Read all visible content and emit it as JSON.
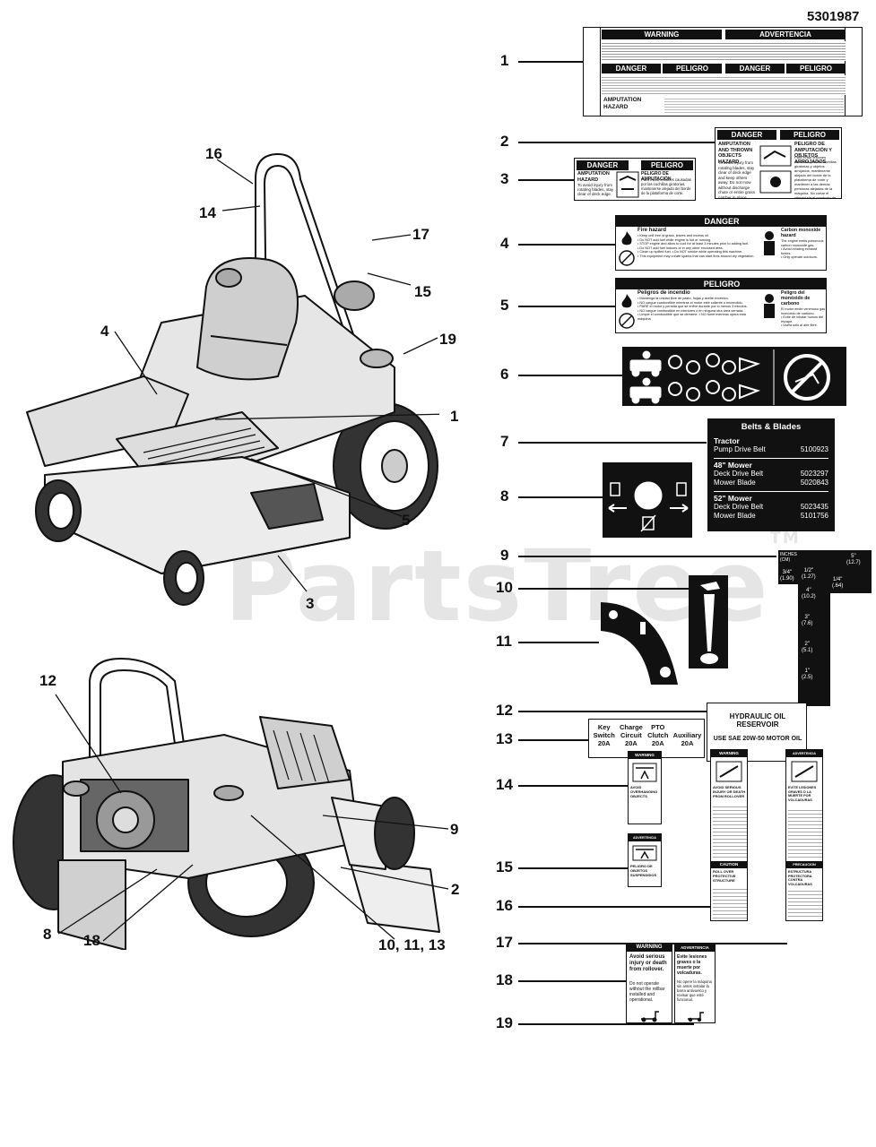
{
  "document_number": "5301987",
  "watermark": "PartsTree",
  "watermark_tm": "TM",
  "callouts": {
    "n1": "1",
    "n2": "2",
    "n3": "3",
    "n4": "4",
    "n5": "5",
    "n6": "6",
    "n7": "7",
    "n8": "8",
    "n9": "9",
    "n10": "10",
    "n11": "11",
    "n12": "12",
    "n13": "13",
    "n14": "14",
    "n15": "15",
    "n16": "16",
    "n17": "17",
    "n18": "18",
    "n19": "19",
    "n10_11_13": "10, 11, 13"
  },
  "decal1": {
    "warning": "WARNING",
    "advertencia": "ADVERTENCIA",
    "danger": "DANGER",
    "peligro": "PELIGRO",
    "amputation_hazard": "AMPUTATION HAZARD"
  },
  "decal2": {
    "danger": "DANGER",
    "peligro": "PELIGRO",
    "title_en": "AMPUTATION AND THROWN OBJECTS HAZARD",
    "body_en": "To avoid injury from rotating blades, stay clear of deck edge and keep others away. Do not mow without discharge chute or entire grass catcher in place.",
    "title_es": "PELIGRO DE AMPUTACIÓN Y OBJETOS ARROJADOS",
    "body_es": "Para evitar lesiones causadas por las cuchillas giratorias y objetos arrojados, mantenerse alejado del borde de la plataforma de corte y mantener a las demás personas alejadas de la máquina. No cortar el césped sin el conducto de descarga o sin el recogedor de pasto en su lugar."
  },
  "decal3": {
    "danger": "DANGER",
    "peligro": "PELIGRO",
    "title_en": "AMPUTATION HAZARD",
    "body_en": "To avoid injury from rotating blades, stay clear of deck edge.",
    "title_es": "PELIGRO DE AMPUTACIÓN",
    "body_es": "Para evitar lesiones causadas por las cuchillas giratorias, mantenerse alejado del borde de la plataforma de corte."
  },
  "decal4": {
    "header": "DANGER",
    "fire_title": "Fire hazard",
    "co_title": "Carbon monoxide hazard",
    "fire_lines": [
      "• Keep unit free of grass, leaves and excess oil.",
      "• Do NOT add fuel while engine is hot or running.",
      "• STOP engine and allow to cool for at least 3 minutes prior to adding fuel.",
      "• Do NOT add fuel indoors or in any other enclosed area.",
      "• Clean up spilled fuel. • Do NOT smoke while operating this machine.",
      "• This equipment may create sparks that can start fires around dry vegetation."
    ],
    "co_lines": [
      "The engine emits poisonous carbon monoxide gas.",
      "• Avoid inhaling exhaust fumes.",
      "• Only operate outdoors."
    ]
  },
  "decal5": {
    "header": "PELIGRO",
    "fire_title": "Peligros de incendio",
    "co_title": "Peligro del monóxido de carbono",
    "fire_lines": [
      "• Mantenga la unidad libre de pasto, hojas y aceite excesivo.",
      "• NO cargue combustible mientras el motor esté caliente o encendido.",
      "• PARE el motor y permita que se enfríe durante por lo menos 3 minutos.",
      "• NO cargue combustible en interiores o en ninguna otra área cerrada.",
      "• Limpie el combustible que se derrame. • NO fume mientras opera esta máquina."
    ],
    "co_lines": [
      "El motor emite venenoso gas monóxido de carbono.",
      "• Evite de inhalar humos del escape.",
      "• Úsela sólo al aire libre."
    ]
  },
  "decal7": {
    "header": "Belts & Blades",
    "tractor": "Tractor",
    "sections": [
      {
        "title": "",
        "rows": [
          {
            "label": "Pump Drive Belt",
            "part": "5100923"
          }
        ]
      },
      {
        "title": "48\" Mower",
        "rows": [
          {
            "label": "Deck Drive Belt",
            "part": "5023297"
          },
          {
            "label": "Mower Blade",
            "part": "5020843"
          }
        ]
      },
      {
        "title": "52\" Mower",
        "rows": [
          {
            "label": "Deck Drive Belt",
            "part": "5023435"
          },
          {
            "label": "Mower Blade",
            "part": "5101756"
          }
        ]
      }
    ]
  },
  "decal9": {
    "units": "INCHES (CM)",
    "ticks": [
      {
        "in": "5\"",
        "cm": "(12.7)"
      },
      {
        "in": "1/2\"",
        "cm": "(1.27)"
      },
      {
        "in": "3/4\"",
        "cm": "(1.90)"
      },
      {
        "in": "1/4\"",
        "cm": "(.64)"
      },
      {
        "in": "4\"",
        "cm": "(10.2)"
      },
      {
        "in": "3\"",
        "cm": "(7.6)"
      },
      {
        "in": "2\"",
        "cm": "(5.1)"
      },
      {
        "in": "1\"",
        "cm": "(2.5)"
      }
    ]
  },
  "decal12": {
    "title": "HYDRAULIC OIL RESERVOIR",
    "subtitle": "USE SAE 20W-50 MOTOR OIL"
  },
  "decal13": {
    "columns": [
      {
        "label1": "Key",
        "label2": "Switch",
        "amp": "20A"
      },
      {
        "label1": "Charge",
        "label2": "Circuit",
        "amp": "20A"
      },
      {
        "label1": "PTO",
        "label2": "Clutch",
        "amp": "20A"
      },
      {
        "label1": "",
        "label2": "Auxiliary",
        "amp": "20A"
      }
    ]
  },
  "decal14": {
    "header": "WARNING",
    "text": "AVOID OVERHANGING OBJECTS"
  },
  "decal15": {
    "header": "ADVERTENCIA",
    "text": "PELIGRO DE OBJETOS SUSPENDIDOS"
  },
  "decal16": {
    "header": "WARNING",
    "caution": "CAUTION",
    "text": "AVOID SERIOUS INJURY OR DEATH FROM ROLLOVER",
    "text2": "ROLL OVER PROTECTIVE STRUCTURE"
  },
  "decal17": {
    "header": "ADVERTENCIA",
    "precaution": "PRECAUCION",
    "text": "EVITE LESIONES GRAVES O LA MUERTE POR VOLCADURAS",
    "text2": "ESTRUCTURA PROTECTORA CONTRA VOLCADURAS"
  },
  "decal18": {
    "header": "WARNING",
    "bold": "Avoid serious injury or death from rollover.",
    "body": "Do not operate without the rollbar installed and operational."
  },
  "decal19": {
    "header": "ADVERTENCIA",
    "bold": "Evite lesiones graves o la muerte por volcaduras.",
    "body": "No opere la máquina sin antes instalar la barra antivuelco y revisar que esté funcional."
  }
}
